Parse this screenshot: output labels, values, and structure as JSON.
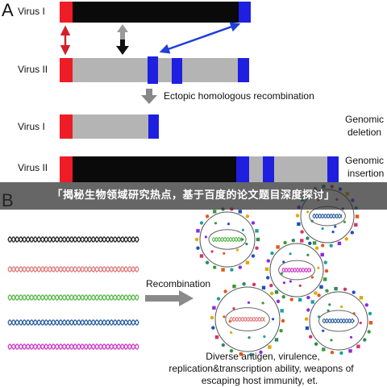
{
  "panel_a": {
    "letter": "A",
    "virus1_label": "Virus I",
    "virus2_label": "Virus II",
    "recombination_label": "Ectopic homologous recombination",
    "result_deletion_label": "Virus I",
    "result_insertion_label": "Virus II",
    "genomic_deletion": [
      "Genomic",
      "deletion"
    ],
    "genomic_insertion": [
      "Genomic",
      "insertion"
    ],
    "colors": {
      "red": "#ee1c25",
      "blue": "#1f1fe0",
      "black": "#0a0a0a",
      "gray": "#b4b4b4"
    }
  },
  "panel_b": {
    "letter": "B",
    "recombination_label": "Recombination",
    "strand_colors": [
      "#222222",
      "#e07a7a",
      "#59b84a",
      "#2a5d9e",
      "#d13ac7"
    ],
    "caption": [
      "Diverse antigen, virulence,",
      "replication&transcription ability, weapons of",
      "escaping host immunity, et."
    ]
  },
  "banner": {
    "text": "「揭秘生物领域研究热点，基于百度的论文题目深度探讨」"
  }
}
